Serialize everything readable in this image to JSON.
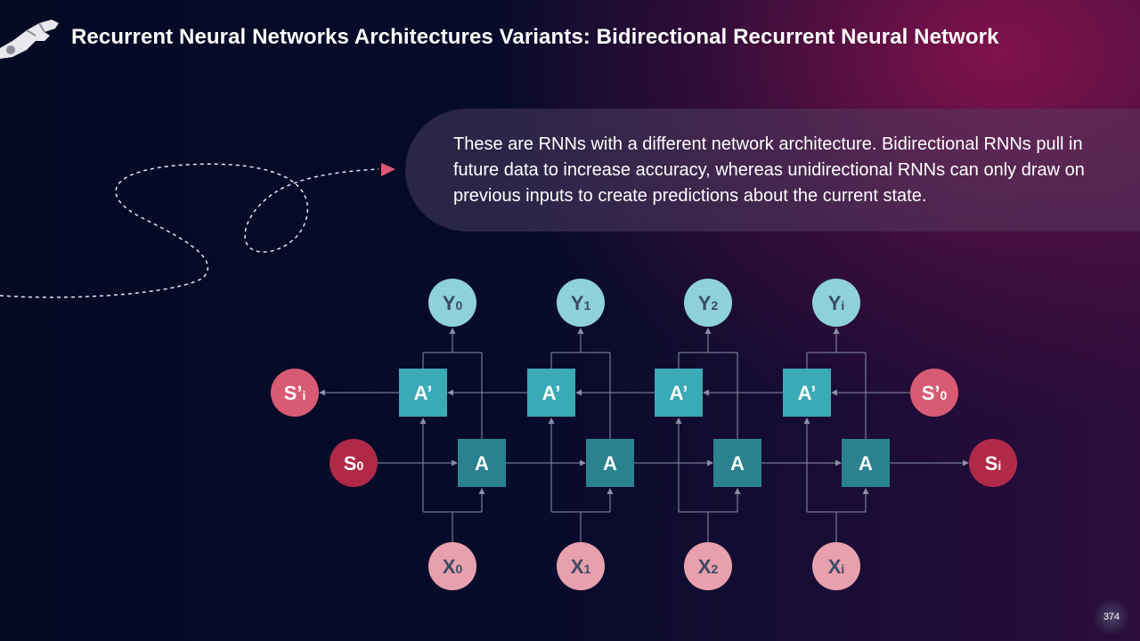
{
  "title": "Recurrent Neural Networks Architectures Variants: Bidirectional Recurrent Neural Network",
  "callout": "These are RNNs with a different network architecture. Bidirectional RNNs pull in future data to increase accuracy, whereas unidirectional RNNs can only draw on previous inputs to create predictions about the current state.",
  "page_number": "374",
  "logo_icon": "robot-hand-icon",
  "colors": {
    "output_node": "#8fd1db",
    "input_node": "#e8a0ad",
    "state_node": "#b02a48",
    "reverse_state_node": "#d95b73",
    "forward_cell": "#2a8290",
    "backward_cell": "#3aaab7",
    "node_text_dark": "#3a4a66",
    "arrow": "#e05870"
  },
  "diagram": {
    "outputs": [
      {
        "main": "Y",
        "sub": "0"
      },
      {
        "main": "Y",
        "sub": "1"
      },
      {
        "main": "Y",
        "sub": "2"
      },
      {
        "main": "Y",
        "sub": "i"
      }
    ],
    "inputs": [
      {
        "main": "X",
        "sub": "0"
      },
      {
        "main": "X",
        "sub": "1"
      },
      {
        "main": "X",
        "sub": "2"
      },
      {
        "main": "X",
        "sub": "i"
      }
    ],
    "forward_cells": [
      "A",
      "A",
      "A",
      "A"
    ],
    "backward_cells": [
      "A’",
      "A’",
      "A’",
      "A’"
    ],
    "state_start": {
      "main": "S",
      "sub": "0"
    },
    "state_end": {
      "main": "S",
      "sub": "i"
    },
    "reverse_state_start": {
      "main": "S’",
      "sub": "0"
    },
    "reverse_state_end": {
      "main": "S’",
      "sub": "i"
    }
  }
}
